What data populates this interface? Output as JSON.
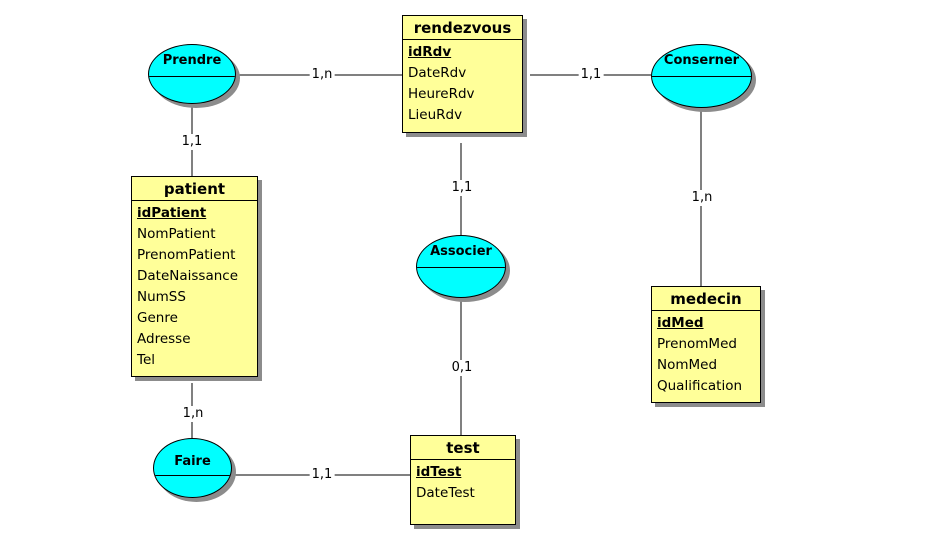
{
  "entities": {
    "rendezvous": {
      "title": "rendezvous",
      "key": "idRdv",
      "attrs": [
        "DateRdv",
        "HeureRdv",
        "LieuRdv"
      ]
    },
    "patient": {
      "title": "patient",
      "key": "idPatient",
      "attrs": [
        "NomPatient",
        "PrenomPatient",
        "DateNaissance",
        "NumSS",
        "Genre",
        "Adresse",
        "Tel"
      ]
    },
    "medecin": {
      "title": "medecin",
      "key": "idMed",
      "attrs": [
        "PrenomMed",
        "NomMed",
        "Qualification"
      ]
    },
    "test": {
      "title": "test",
      "key": "idTest",
      "attrs": [
        "DateTest"
      ]
    }
  },
  "associations": {
    "prendre": "Prendre",
    "conserver": "Conserner",
    "associer": "Associer",
    "faire": "Faire"
  },
  "cardinalities": {
    "prendre_rendezvous": "1,n",
    "prendre_patient": "1,1",
    "rendezvous_conserver": "1,1",
    "conserver_medecin": "1,n",
    "rendezvous_associer": "1,1",
    "associer_test": "0,1",
    "patient_faire": "1,n",
    "faire_test": "1,1"
  },
  "colors": {
    "entity_fill": "#ffff99",
    "association_fill": "#00ffff",
    "shadow": "#8c8c8c"
  }
}
